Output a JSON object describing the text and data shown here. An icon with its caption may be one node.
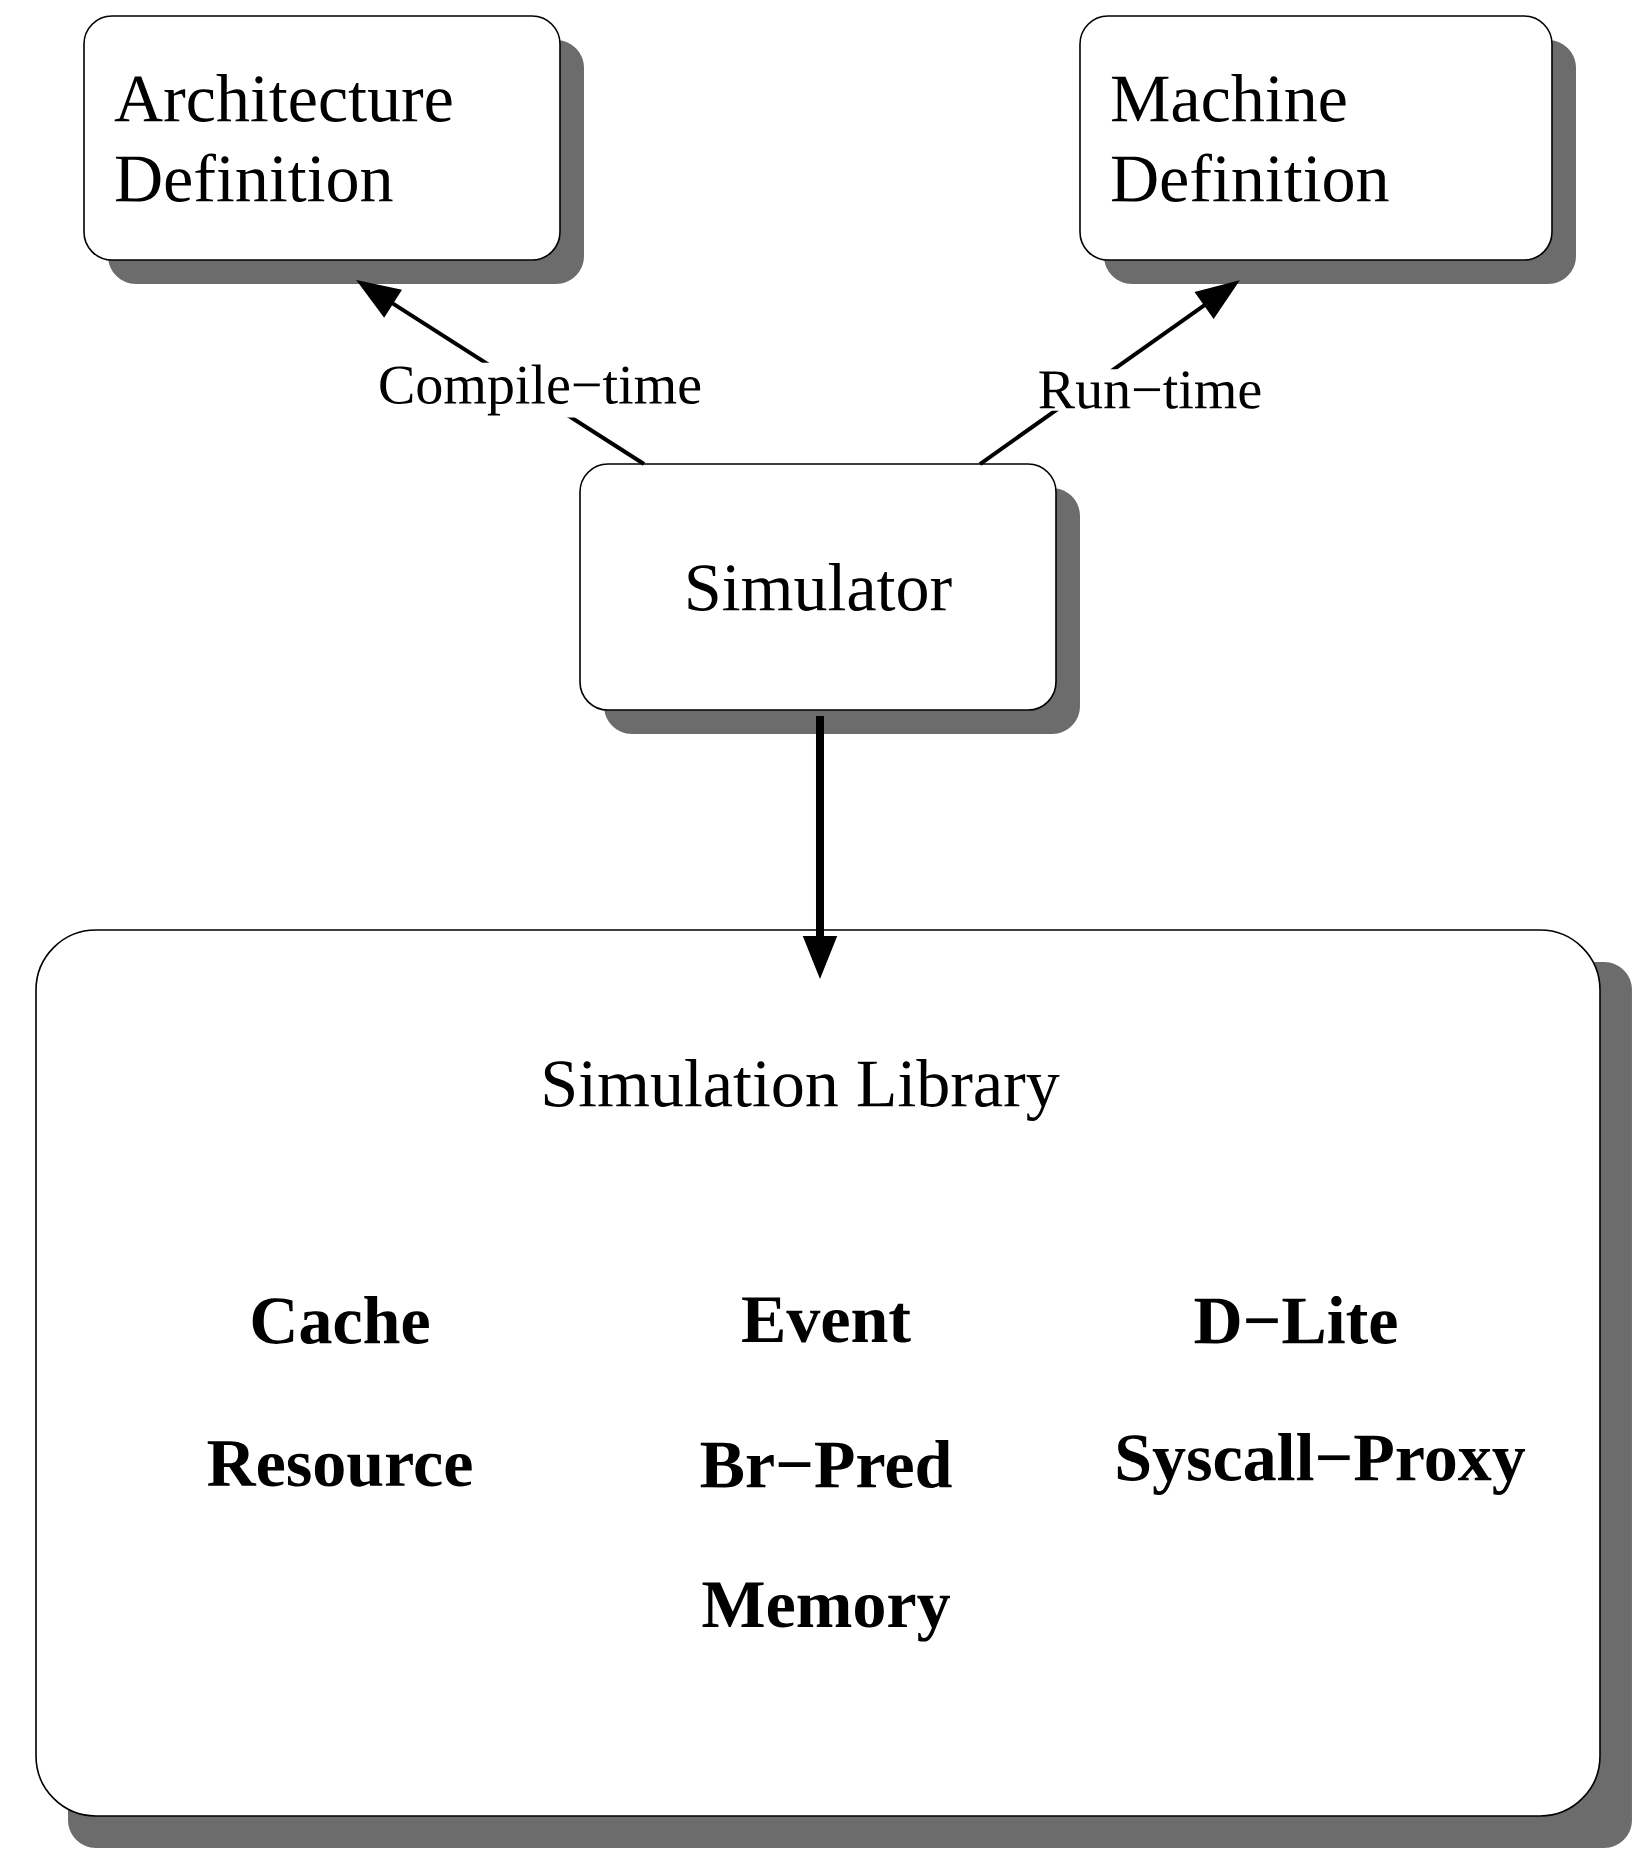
{
  "diagram": {
    "nodes": [
      {
        "text": [
          "Architecture Definition"
        ]
      },
      {
        "text": [
          "Machine Definition"
        ]
      },
      {
        "text": [
          "Simulator"
        ]
      },
      {
        "text": [
          "Simulation Library",
          "Cache",
          "Event",
          "D−Lite",
          "Resource",
          "Br−Pred",
          "Syscall−Proxy",
          "Memory"
        ]
      }
    ],
    "edges": [
      {
        "from": 2,
        "to": 0,
        "arrow": "to",
        "label": "Compile−time"
      },
      {
        "from": 2,
        "to": 1,
        "arrow": "to",
        "label": "Run−time"
      },
      {
        "from": 2,
        "to": 3,
        "arrow": "to",
        "style": "thick"
      }
    ]
  }
}
